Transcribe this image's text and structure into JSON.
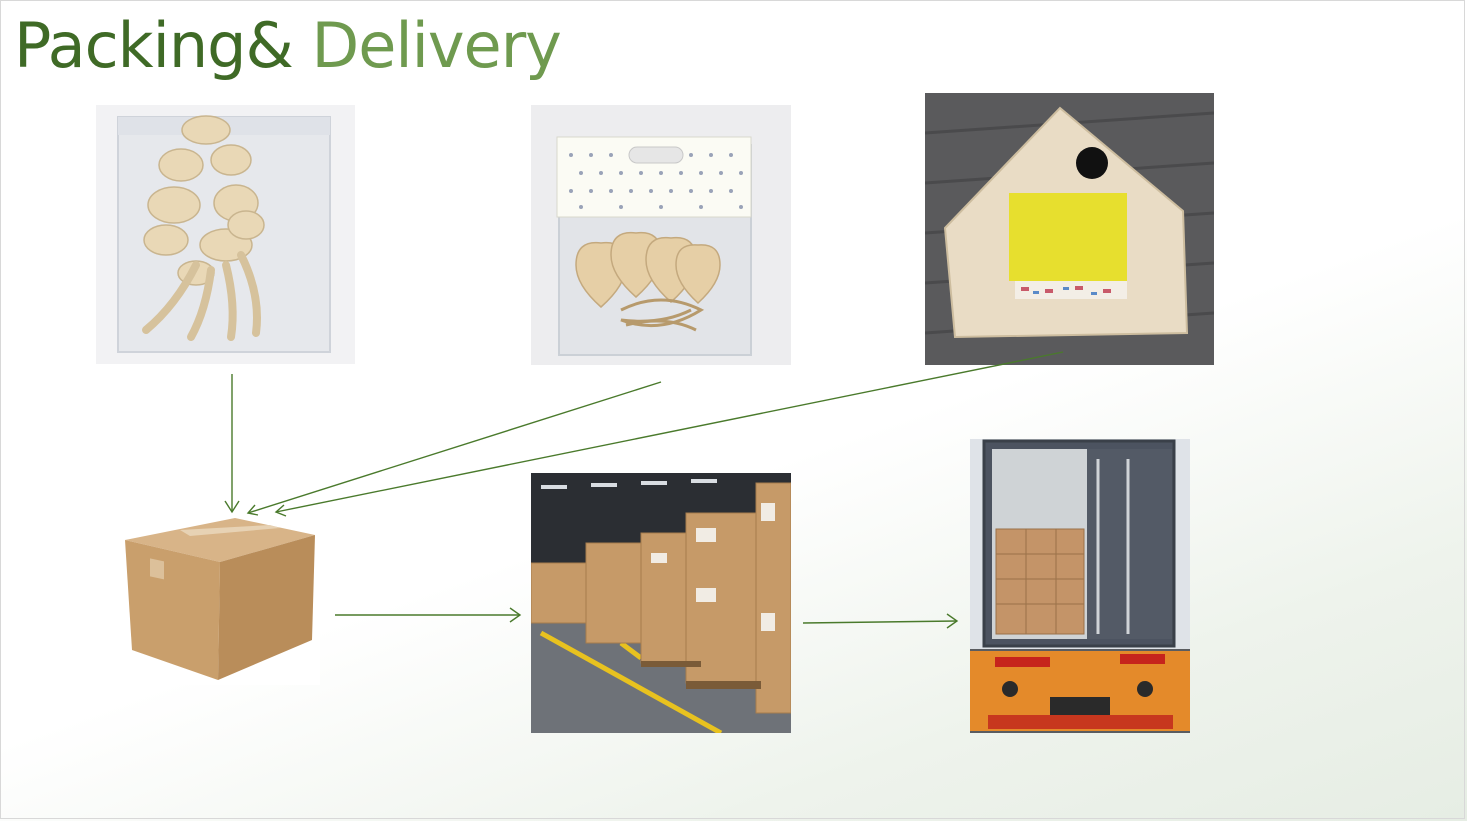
{
  "slide": {
    "title_part1": "Packing&",
    "title_part2": " Delivery"
  },
  "images": [
    {
      "name": "packaged-wooden-flowers-image"
    },
    {
      "name": "packaged-wooden-hearts-image"
    },
    {
      "name": "wooden-house-money-box-image"
    },
    {
      "name": "cardboard-box-image"
    },
    {
      "name": "warehouse-pallets-image"
    },
    {
      "name": "container-truck-image"
    }
  ],
  "colors": {
    "title_dark": "#3f6a26",
    "title_light": "#6f9a4f",
    "arrow": "#4a7a2c"
  }
}
